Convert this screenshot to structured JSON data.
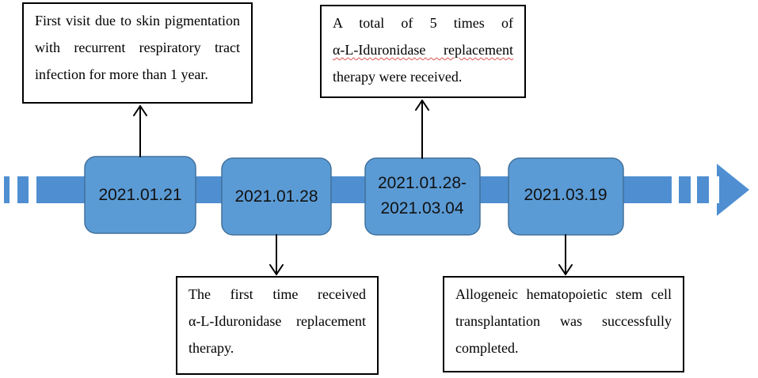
{
  "colors": {
    "timeline_fill": "#4f8fd1",
    "node_fill": "#5b9bd5",
    "node_stroke": "#41719c",
    "line": "#000000"
  },
  "timeline": {
    "nodes": [
      {
        "date_lines": [
          "2021.01.21"
        ]
      },
      {
        "date_lines": [
          "2021.01.28"
        ]
      },
      {
        "date_lines": [
          "2021.01.28-",
          "2021.03.04"
        ]
      },
      {
        "date_lines": [
          "2021.03.19"
        ]
      }
    ]
  },
  "notes": {
    "first_visit": {
      "lines": [
        "First visit due to skin pigmentation",
        "with recurrent respiratory tract",
        "infection for more than 1 year."
      ]
    },
    "total_five": {
      "lines": [
        "A total of 5 times of",
        "α-L-Iduronidase replacement",
        "therapy were received."
      ]
    },
    "first_time": {
      "lines": [
        "The first time received",
        "α-L-Iduronidase replacement",
        "therapy."
      ]
    },
    "transplant": {
      "lines": [
        "Allogeneic hematopoietic stem cell",
        "transplantation was successfully",
        "completed."
      ]
    }
  }
}
